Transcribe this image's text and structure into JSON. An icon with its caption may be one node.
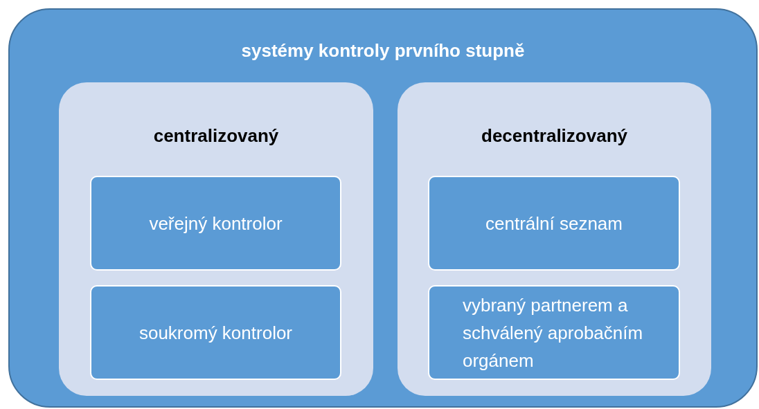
{
  "diagram": {
    "nodes": [
      {
        "text": [
          "systémy kontroly prvního stupně"
        ]
      },
      {
        "text": [
          "centralizovaný"
        ],
        "in": 0
      },
      {
        "text": [
          "veřejný kontrolor"
        ],
        "in": 1
      },
      {
        "text": [
          "soukromý kontrolor"
        ],
        "in": 1
      },
      {
        "text": [
          "decentralizovaný"
        ],
        "in": 0
      },
      {
        "text": [
          "centrální seznam"
        ],
        "in": 4
      },
      {
        "text": [
          "vybraný partnerem a schválený aprobačním orgánem"
        ],
        "in": 4
      }
    ]
  }
}
